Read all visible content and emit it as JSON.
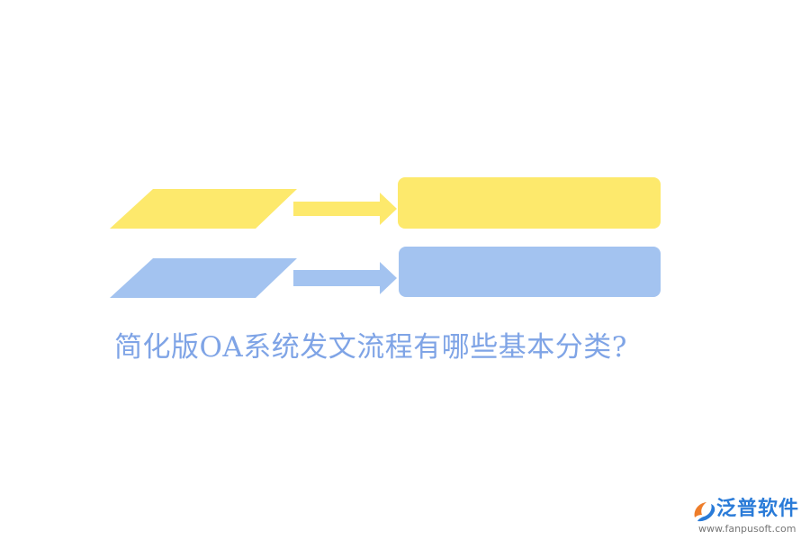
{
  "title": "简化版OA系统发文流程有哪些基本分类?",
  "colors": {
    "yellow": "#fde96c",
    "blue": "#a3c3f0",
    "title_text": "#7fa4e6",
    "logo_blue": "#2a7bd8",
    "logo_orange": "#ee7d2a"
  },
  "logo": {
    "name": "泛普软件",
    "url": "www.fanpusoft.com",
    "icon": "fanpu-swirl-icon"
  },
  "rows": [
    {
      "color_key": "yellow",
      "shape": "parallelogram",
      "arrow": "right-arrow-icon",
      "target": "rounded-box"
    },
    {
      "color_key": "blue",
      "shape": "parallelogram",
      "arrow": "right-arrow-icon",
      "target": "rounded-box"
    }
  ]
}
